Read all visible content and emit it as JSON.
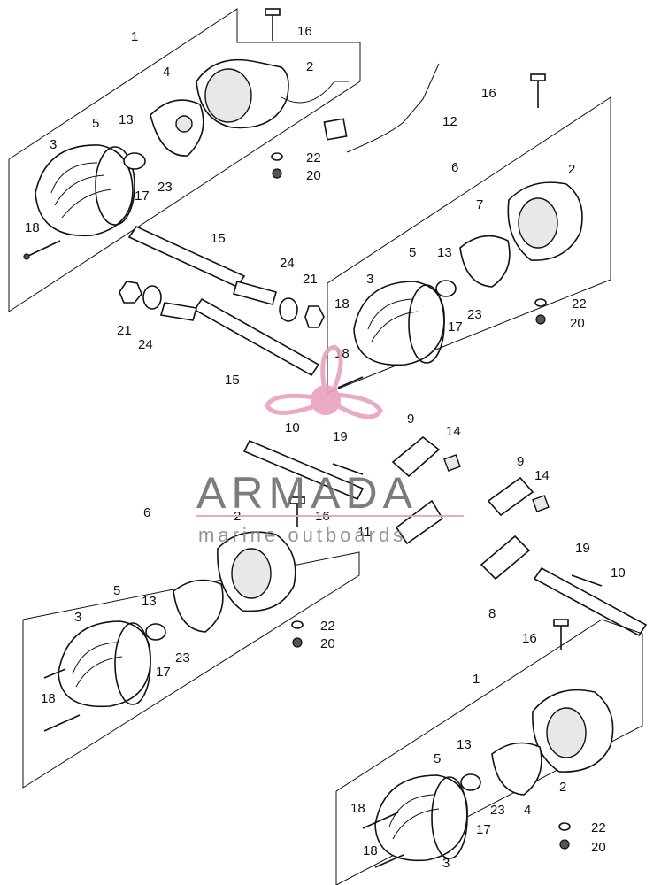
{
  "callouts": {
    "n1": "1",
    "n2": "2",
    "n3": "3",
    "n4": "4",
    "n5": "5",
    "n6": "6",
    "n7": "7",
    "n8": "8",
    "n9": "9",
    "n10": "10",
    "n11": "11",
    "n12": "12",
    "n13": "13",
    "n14": "14",
    "n15": "15",
    "n16": "16",
    "n17": "17",
    "n18": "18",
    "n19": "19",
    "n20": "20",
    "n21": "21",
    "n22": "22",
    "n23": "23",
    "n24": "24"
  },
  "watermark": {
    "brand": "ARMADA",
    "tagline": "marine outboards",
    "color": "#e8a0bf"
  }
}
